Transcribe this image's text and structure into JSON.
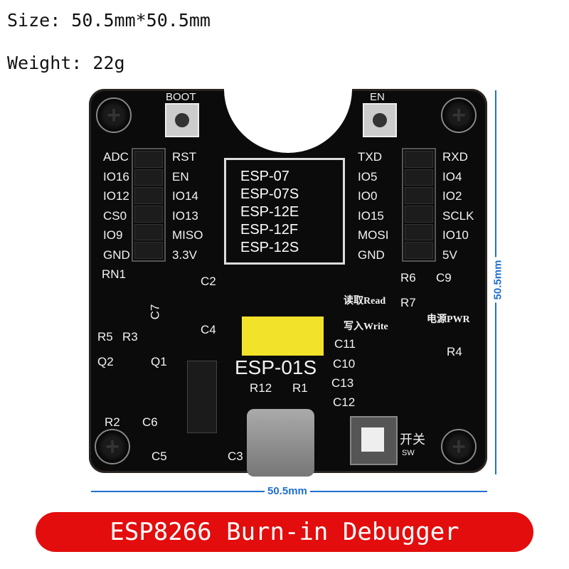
{
  "specs": {
    "size": "Size: 50.5mm*50.5mm",
    "weight": "Weight: 22g"
  },
  "board": {
    "buttons": {
      "boot": "BOOT",
      "en": "EN"
    },
    "left_pins": [
      "ADC",
      "IO16",
      "IO12",
      "CS0",
      "IO9",
      "GND"
    ],
    "left_inner_pins": [
      "RST",
      "EN",
      "IO14",
      "IO13",
      "MISO",
      "3.3V"
    ],
    "right_inner_pins": [
      "TXD",
      "IO5",
      "IO0",
      "IO15",
      "MOSI",
      "GND"
    ],
    "right_pins": [
      "RXD",
      "IO4",
      "IO2",
      "SCLK",
      "IO10",
      "5V"
    ],
    "modules": [
      "ESP-07",
      "ESP-07S",
      "ESP-12E",
      "ESP-12F",
      "ESP-12S"
    ],
    "esp01s": "ESP-01S",
    "components": {
      "rn1": "RN1",
      "c2": "C2",
      "c7": "C7",
      "c4": "C4",
      "r5": "R5",
      "r3": "R3",
      "q2": "Q2",
      "q1": "Q1",
      "r2": "R2",
      "c6": "C6",
      "c5": "C5",
      "c3": "C3",
      "r12": "R12",
      "r1": "R1",
      "c11": "C11",
      "c10": "C10",
      "c13": "C13",
      "c12": "C12",
      "r6": "R6",
      "c9": "C9",
      "r7": "R7",
      "r4": "R4"
    },
    "leds": {
      "read": "读取Read",
      "write": "写入Write",
      "power": "电源PWR"
    },
    "switch": {
      "cn": "开关",
      "en": "SW"
    }
  },
  "dimensions": {
    "width": "50.5mm",
    "height": "50.5mm"
  },
  "banner": "ESP8266 Burn-in Debugger",
  "colors": {
    "banner": "#e30d0d",
    "dimension": "#1f6fd0",
    "board": "#0b0b0c",
    "header": "#f2e22a"
  }
}
